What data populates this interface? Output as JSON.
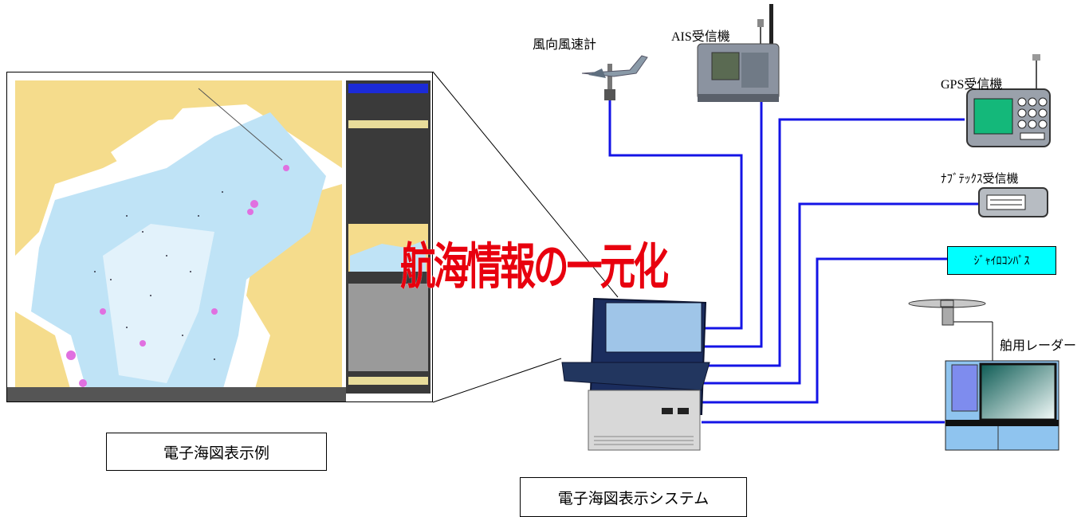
{
  "headline": "航海情報の一元化",
  "ecdis_example_label": "電子海図表示例",
  "system_label": "電子海図表示システム",
  "devices": {
    "anemometer": "風向風速計",
    "ais": "AIS受信機",
    "gps": "GPS受信機",
    "navtex": "ﾅﾌﾞﾃｯｸｽ受信機",
    "gyro": "ｼﾞｬｲﾛｺﾝﾊﾟｽ",
    "radar": "舶用レーダー"
  },
  "colors": {
    "cable": "#1010ee",
    "headline": "#e8000e",
    "gyro_box": "#00ffff",
    "sea_light": "#bfe3f6",
    "land": "#f5dc8c"
  }
}
